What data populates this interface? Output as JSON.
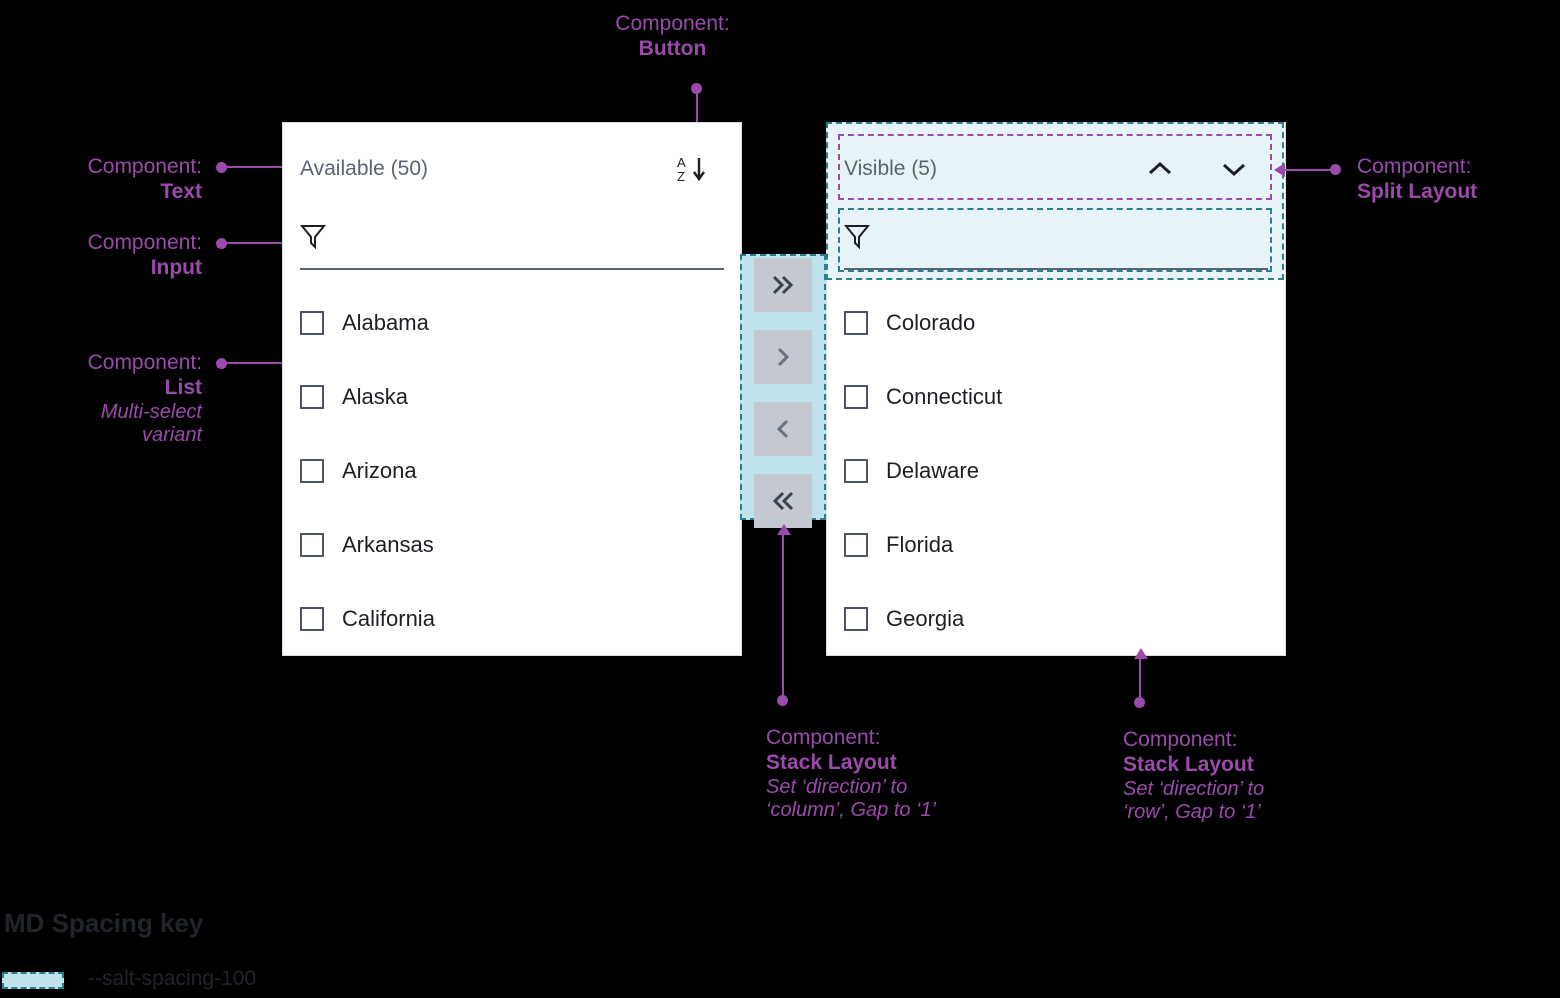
{
  "annotations": {
    "button": {
      "label": "Component:",
      "name": "Button"
    },
    "text": {
      "label": "Component:",
      "name": "Text"
    },
    "input": {
      "label": "Component:",
      "name": "Input"
    },
    "list": {
      "label": "Component:",
      "name": "List",
      "sub1": "Multi-select",
      "sub2": "variant"
    },
    "split_layout": {
      "label": "Component:",
      "name": "Split Layout"
    },
    "stack_column": {
      "label": "Component:",
      "name": "Stack Layout",
      "sub1": "Set ‘direction’ to",
      "sub2": "‘column’, Gap to ‘1’"
    },
    "stack_row": {
      "label": "Component:",
      "name": "Stack Layout",
      "sub1": "Set ‘direction’ to",
      "sub2": "‘row’, Gap to ‘1’"
    }
  },
  "available_panel": {
    "title": "Available (50)",
    "sort_button": {
      "icon": "sort-az-descending-icon",
      "top_letter": "A",
      "bottom_letter": "Z"
    },
    "filter": {
      "icon": "filter-funnel-icon",
      "value": "",
      "placeholder": ""
    },
    "items": [
      {
        "label": "Alabama",
        "checked": false
      },
      {
        "label": "Alaska",
        "checked": false
      },
      {
        "label": "Arizona",
        "checked": false
      },
      {
        "label": "Arkansas",
        "checked": false
      },
      {
        "label": "California",
        "checked": false
      }
    ]
  },
  "visible_panel": {
    "title": "Visible (5)",
    "move_up_button": {
      "icon": "chevron-up-icon"
    },
    "move_down_button": {
      "icon": "chevron-down-icon"
    },
    "filter": {
      "icon": "filter-funnel-icon",
      "value": "",
      "placeholder": ""
    },
    "items": [
      {
        "label": "Colorado",
        "checked": false
      },
      {
        "label": "Connecticut",
        "checked": false
      },
      {
        "label": "Delaware",
        "checked": false
      },
      {
        "label": "Florida",
        "checked": false
      },
      {
        "label": "Georgia",
        "checked": false
      }
    ]
  },
  "transfer_buttons": [
    {
      "icon": "chevrons-right-icon",
      "glyph": "»",
      "name": "move-all-right"
    },
    {
      "icon": "chevron-right-icon",
      "glyph": "›",
      "name": "move-right"
    },
    {
      "icon": "chevron-left-icon",
      "glyph": "‹",
      "name": "move-left"
    },
    {
      "icon": "chevrons-left-icon",
      "glyph": "«",
      "name": "move-all-left"
    }
  ],
  "spacing_key": {
    "title": "MD Spacing key",
    "token": "--salt-spacing-100"
  },
  "colors": {
    "annotation": "#9b4aab",
    "spacing_fill": "#bfe3ea",
    "spacing_border": "#2a7f8f",
    "panel_bg": "#ffffff",
    "page_bg": "#000000",
    "title_text": "#5a6372",
    "item_text": "#1e1f24",
    "transfer_btn": "#c3c8d1"
  }
}
